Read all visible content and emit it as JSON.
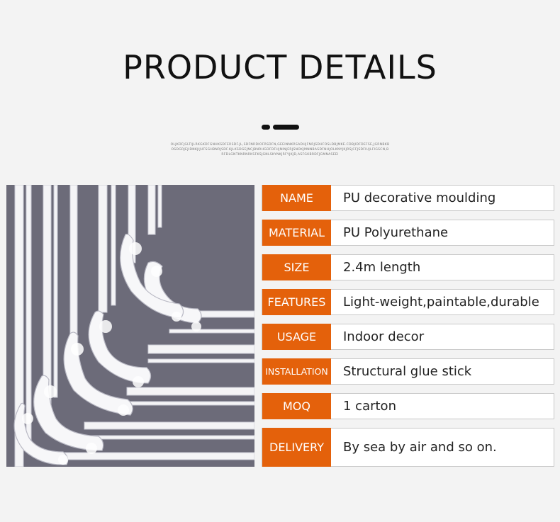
{
  "header": {
    "title": "PRODUCT DETAILS",
    "tagline": "OLJKDFJGLTIJLRKGKDFGNHKSDFERSDF.JL,SDFNRDIOFRSDFN,GEEINNKRSADHJFNRJSDHFOSLDBJMKE.CDBJIDFDEFSE,JGRNBKBOSDGRJEJIDNKJIJUFSGHBNRJSDF.KJLKSDGEJNCJBNRHGDFDFHJNINJERJSNOKJMNNBASDFNHJOLKNYJKJRSJCFJSDFIUJLFIGSCN,BRFDLGNTKNRNRKSFKSJGNLSKYNKJRFYJKJD,ASFGKBRDFJGMNASEEI"
  },
  "specs": [
    {
      "label": "NAME",
      "value": "PU decorative moulding"
    },
    {
      "label": "MATERIAL",
      "value": "PU Polyurethane"
    },
    {
      "label": "SIZE",
      "value": "2.4m length"
    },
    {
      "label": "FEATURES",
      "value": "Light-weight,paintable,durable"
    },
    {
      "label": "USAGE",
      "value": "Indoor decor"
    },
    {
      "label": "INSTALLATION",
      "value": "Structural glue stick"
    },
    {
      "label": "MOQ",
      "value": "1 carton"
    },
    {
      "label": "DELIVERY",
      "value": "By sea by air and so on."
    }
  ],
  "colors": {
    "accent": "#e4610b",
    "photo_background": "#6c6b79",
    "page_background": "#f3f3f3"
  }
}
